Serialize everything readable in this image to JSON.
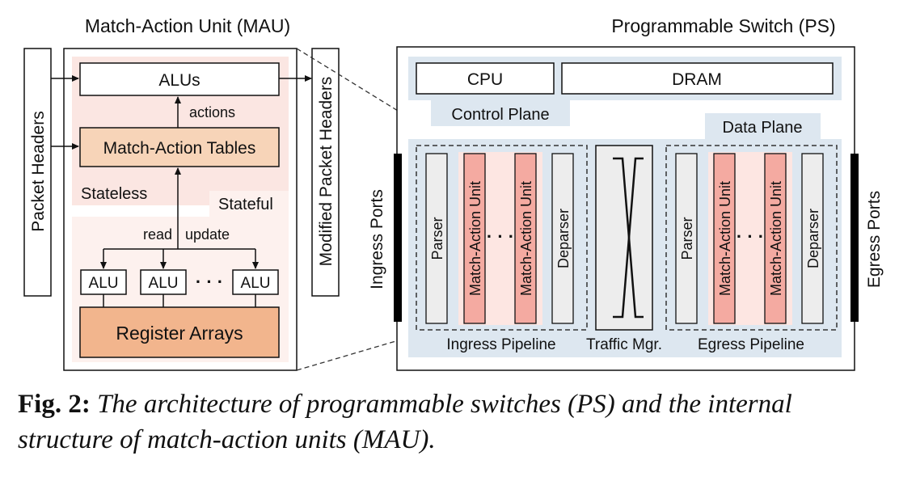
{
  "mau": {
    "title": "Match-Action Unit (MAU)",
    "input_label": "Packet Headers",
    "output_label": "Modified Packet Headers",
    "alus_label": "ALUs",
    "actions_label": "actions",
    "mat_label": "Match-Action Tables",
    "stateless_label": "Stateless",
    "stateful_label": "Stateful",
    "read_label": "read",
    "update_label": "update",
    "alu_labels": [
      "ALU",
      "ALU",
      "ALU"
    ],
    "ellipsis": "· · ·",
    "register_label": "Register Arrays"
  },
  "ps": {
    "title": "Programmable Switch (PS)",
    "cpu_label": "CPU",
    "dram_label": "DRAM",
    "control_plane_label": "Control Plane",
    "data_plane_label": "Data Plane",
    "ingress_ports_label": "Ingress Ports",
    "egress_ports_label": "Egress Ports",
    "ingress_units": [
      "Parser",
      "Match-Action Unit",
      "Match-Action Unit",
      "Deparser"
    ],
    "egress_units": [
      "Parser",
      "Match-Action Unit",
      "Match-Action Unit",
      "Deparser"
    ],
    "unit_ellipsis": "· · ·",
    "ingress_pipeline_label": "Ingress Pipeline",
    "traffic_mgr_label": "Traffic Mgr.",
    "egress_pipeline_label": "Egress Pipeline"
  },
  "caption": {
    "label": "Fig. 2:",
    "text": "The architecture of programmable switches (PS) and the internal structure of match-action units (MAU)."
  },
  "colors": {
    "stateless_bg": "#fbe6e2",
    "stateful_bg": "#fdf1ee",
    "mat_fill": "#f7d4b8",
    "register_fill": "#f2b58d",
    "plane_bg": "#dde7f0",
    "mau_red": "#f4aaa1",
    "mau_strip": "#fde6e2",
    "box_gray": "#ededed",
    "port_black": "#000000"
  }
}
